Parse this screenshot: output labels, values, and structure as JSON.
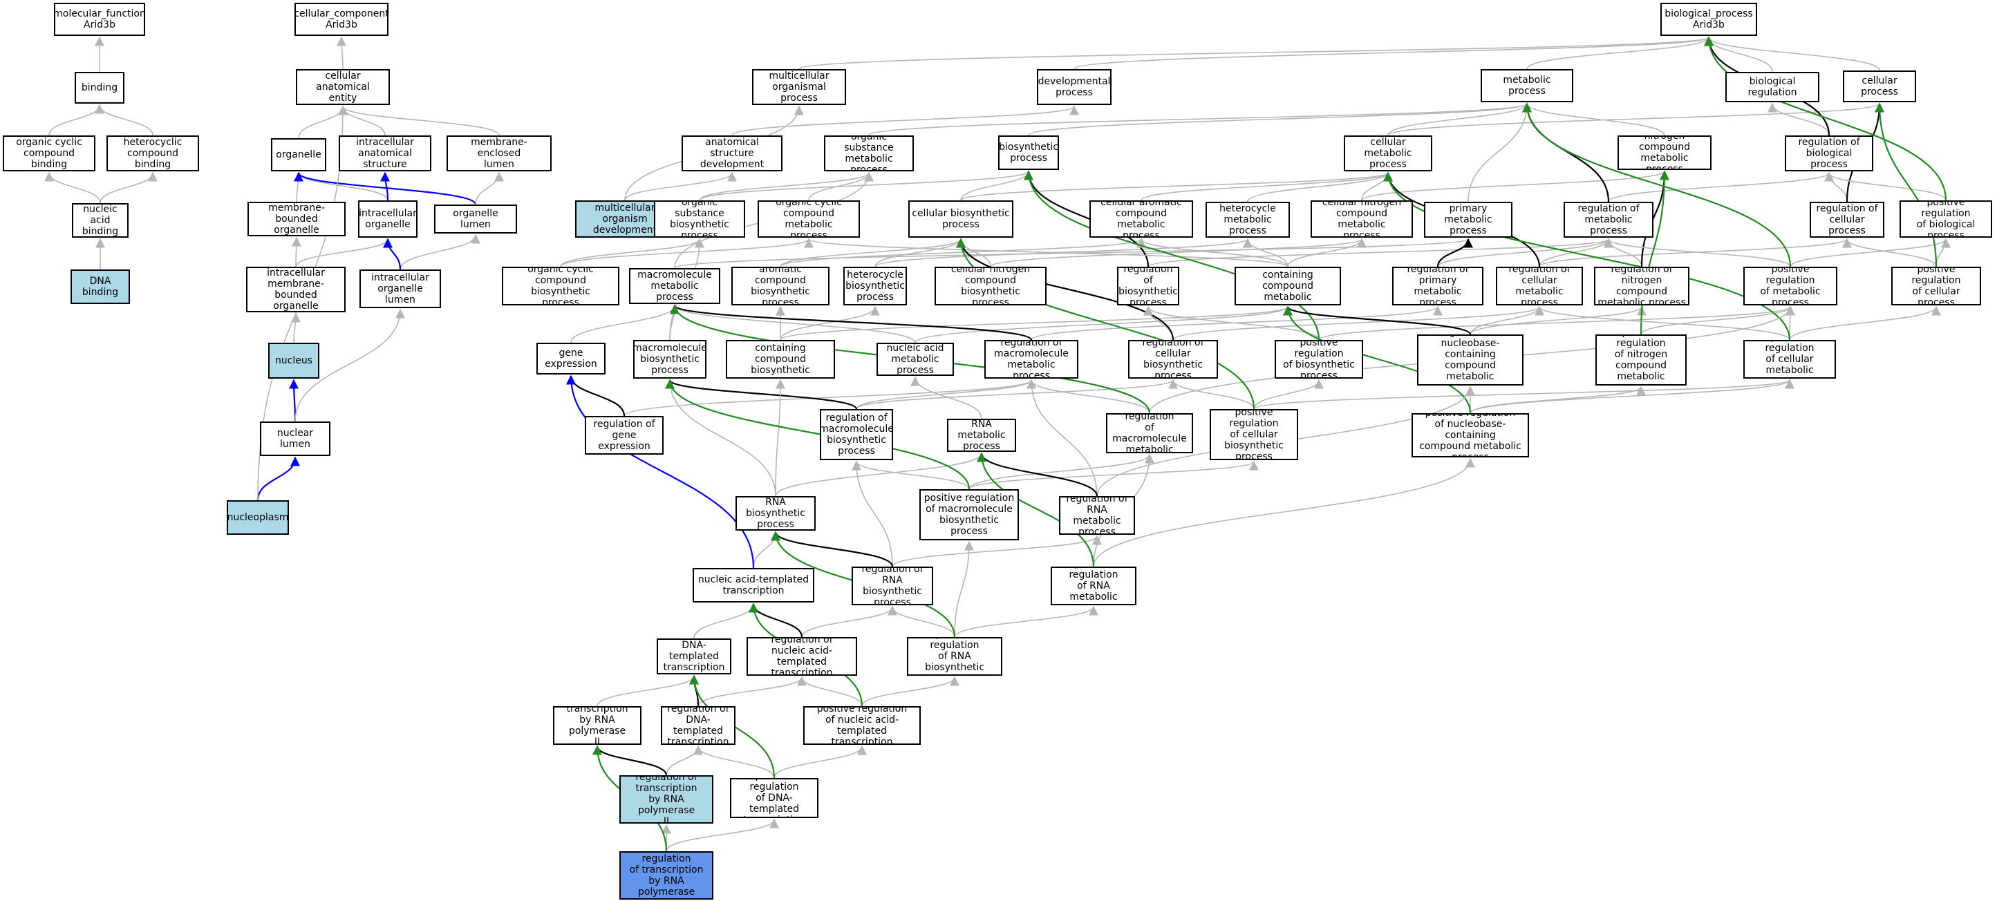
{
  "colors": {
    "highlight": "#add8e6",
    "focus": "#6495ed",
    "is_a": "#b5b5b5",
    "regulates": "#000000",
    "positively_regulates": "#228b22",
    "part_of": "#0000ff"
  },
  "nodes": [
    {
      "id": "mf_root",
      "label": "molecular_function\nArid3b"
    },
    {
      "id": "binding",
      "label": "binding"
    },
    {
      "id": "org_cyc_bind",
      "label": "organic cyclic\ncompound binding"
    },
    {
      "id": "het_bind",
      "label": "heterocyclic\ncompound binding"
    },
    {
      "id": "na_bind",
      "label": "nucleic acid\nbinding"
    },
    {
      "id": "dna_bind",
      "label": "DNA binding",
      "style": "hl"
    },
    {
      "id": "cc_root",
      "label": "cellular_component\nArid3b"
    },
    {
      "id": "cell_anat",
      "label": "cellular anatomical\nentity"
    },
    {
      "id": "organelle",
      "label": "organelle"
    },
    {
      "id": "ic_anat",
      "label": "intracellular\nanatomical structure"
    },
    {
      "id": "memb_lumen",
      "label": "membrane-enclosed\nlumen"
    },
    {
      "id": "memb_org",
      "label": "membrane-bounded\norganelle"
    },
    {
      "id": "ic_org",
      "label": "intracellular\norganelle"
    },
    {
      "id": "org_lumen",
      "label": "organelle lumen"
    },
    {
      "id": "ic_memb_org",
      "label": "intracellular\nmembrane-bounded\norganelle"
    },
    {
      "id": "ic_org_lumen",
      "label": "intracellular\norganelle lumen"
    },
    {
      "id": "nucleus",
      "label": "nucleus",
      "style": "hl"
    },
    {
      "id": "nuc_lumen",
      "label": "nuclear lumen"
    },
    {
      "id": "nucleoplasm",
      "label": "nucleoplasm",
      "style": "hl"
    },
    {
      "id": "bp_root",
      "label": "biological_process\nArid3b"
    },
    {
      "id": "multi_org",
      "label": "multicellular\norganismal process"
    },
    {
      "id": "dev",
      "label": "developmental\nprocess"
    },
    {
      "id": "met",
      "label": "metabolic process"
    },
    {
      "id": "bio_reg",
      "label": "biological regulation"
    },
    {
      "id": "cell_proc",
      "label": "cellular process"
    },
    {
      "id": "anat_dev",
      "label": "anatomical structure\ndevelopment"
    },
    {
      "id": "org_sub_met",
      "label": "organic substance\nmetabolic process"
    },
    {
      "id": "biosyn",
      "label": "biosynthetic\nprocess"
    },
    {
      "id": "cell_met",
      "label": "cellular metabolic\nprocess"
    },
    {
      "id": "nitro_met",
      "label": "nitrogen compound\nmetabolic process"
    },
    {
      "id": "reg_bio",
      "label": "regulation of\nbiological process"
    },
    {
      "id": "multi_dev",
      "label": "multicellular\norganism development",
      "style": "hl"
    },
    {
      "id": "org_sub_bio",
      "label": "organic substance\nbiosynthetic\nprocess"
    },
    {
      "id": "org_cyc_met",
      "label": "organic cyclic\ncompound metabolic\nprocess"
    },
    {
      "id": "cell_bio",
      "label": "cellular biosynthetic\nprocess"
    },
    {
      "id": "cell_arom",
      "label": "cellular aromatic\ncompound metabolic\nprocess"
    },
    {
      "id": "het_met",
      "label": "heterocycle\nmetabolic process"
    },
    {
      "id": "cell_nitro",
      "label": "cellular nitrogen\ncompound metabolic\nprocess"
    },
    {
      "id": "prim_met",
      "label": "primary metabolic\nprocess"
    },
    {
      "id": "reg_met",
      "label": "regulation of\nmetabolic process"
    },
    {
      "id": "reg_cell",
      "label": "regulation of\ncellular process"
    },
    {
      "id": "pos_reg_bio",
      "label": "positive regulation\nof biological\nprocess"
    },
    {
      "id": "org_cyc_bio",
      "label": "organic cyclic\ncompound biosynthetic\nprocess"
    },
    {
      "id": "macro_met",
      "label": "macromolecule\nmetabolic process"
    },
    {
      "id": "arom_bio",
      "label": "aromatic compound\nbiosynthetic\nprocess"
    },
    {
      "id": "het_bio",
      "label": "heterocycle\nbiosynthetic\nprocess"
    },
    {
      "id": "cell_nitro_bio",
      "label": "cellular nitrogen\ncompound biosynthetic\nprocess"
    },
    {
      "id": "reg_biosyn",
      "label": "regulation of\nbiosynthetic\nprocess"
    },
    {
      "id": "nb_met",
      "label": "nucleobase-containing\ncompound metabolic\nprocess"
    },
    {
      "id": "reg_prim",
      "label": "regulation of\nprimary metabolic\nprocess"
    },
    {
      "id": "reg_cell_met",
      "label": "regulation of\ncellular metabolic\nprocess"
    },
    {
      "id": "reg_nitro",
      "label": "regulation of\nnitrogen compound\nmetabolic process"
    },
    {
      "id": "pos_reg_met",
      "label": "positive regulation\nof metabolic\nprocess"
    },
    {
      "id": "pos_reg_cell",
      "label": "positive regulation\nof cellular\nprocess"
    },
    {
      "id": "gene_exp",
      "label": "gene expression"
    },
    {
      "id": "macro_bio",
      "label": "macromolecule\nbiosynthetic\nprocess"
    },
    {
      "id": "nb_bio",
      "label": "nucleobase-containing\ncompound biosynthetic\nprocess"
    },
    {
      "id": "na_met",
      "label": "nucleic acid\nmetabolic process"
    },
    {
      "id": "reg_macro_met",
      "label": "regulation of\nmacromolecule\nmetabolic process"
    },
    {
      "id": "reg_cell_bio",
      "label": "regulation of\ncellular biosynthetic\nprocess"
    },
    {
      "id": "pos_reg_biosyn",
      "label": "positive regulation\nof biosynthetic\nprocess"
    },
    {
      "id": "reg_nb_met",
      "label": "regulation of\nnucleobase-containing\ncompound metabolic\nprocess"
    },
    {
      "id": "pos_reg_nitro",
      "label": "positive regulation\nof nitrogen\ncompound metabolic\nprocess"
    },
    {
      "id": "pos_reg_cell_met",
      "label": "positive regulation\nof cellular\nmetabolic process"
    },
    {
      "id": "reg_gene_exp",
      "label": "regulation of\ngene expression"
    },
    {
      "id": "reg_macro_bio",
      "label": "regulation of\nmacromolecule\nbiosynthetic\nprocess"
    },
    {
      "id": "rna_met",
      "label": "RNA metabolic\nprocess"
    },
    {
      "id": "pos_reg_macro_met",
      "label": "positive regulation\nof macromolecule\nmetabolic process"
    },
    {
      "id": "pos_reg_cell_bio",
      "label": "positive regulation\nof cellular\nbiosynthetic\nprocess"
    },
    {
      "id": "pos_reg_nb_met",
      "label": "positive regulation\nof nucleobase-containing\ncompound metabolic\nprocess"
    },
    {
      "id": "rna_bio",
      "label": "RNA biosynthetic\nprocess"
    },
    {
      "id": "pos_reg_macro_bio",
      "label": "positive regulation\nof macromolecule\nbiosynthetic\nprocess"
    },
    {
      "id": "reg_rna_met",
      "label": "regulation of\nRNA metabolic\nprocess"
    },
    {
      "id": "na_templ",
      "label": "nucleic acid-templated\ntranscription"
    },
    {
      "id": "reg_rna_bio",
      "label": "regulation of\nRNA biosynthetic\nprocess"
    },
    {
      "id": "pos_reg_rna_met",
      "label": "positive regulation\nof RNA metabolic\nprocess"
    },
    {
      "id": "dna_templ",
      "label": "DNA-templated\ntranscription"
    },
    {
      "id": "reg_na_templ",
      "label": "regulation of\nnucleic acid-templated\ntranscription"
    },
    {
      "id": "pos_reg_rna_bio",
      "label": "positive regulation\nof RNA biosynthetic\nprocess"
    },
    {
      "id": "tx_pol2",
      "label": "transcription\nby RNA polymerase\nII"
    },
    {
      "id": "reg_dna_templ",
      "label": "regulation of\nDNA-templated\ntranscription"
    },
    {
      "id": "pos_reg_na_templ",
      "label": "positive regulation\nof nucleic acid-templated\ntranscription"
    },
    {
      "id": "reg_tx_pol2",
      "label": "regulation of\ntranscription\nby RNA polymerase\nII",
      "style": "hl"
    },
    {
      "id": "pos_reg_dna_templ",
      "label": "positive regulation\nof DNA-templated\ntranscription"
    },
    {
      "id": "pos_reg_tx_pol2",
      "label": "positive regulation\nof transcription\nby RNA polymerase\nII",
      "style": "focus"
    }
  ],
  "edges": [
    [
      "binding",
      "mf_root",
      "is_a"
    ],
    [
      "org_cyc_bind",
      "binding",
      "is_a"
    ],
    [
      "het_bind",
      "binding",
      "is_a"
    ],
    [
      "na_bind",
      "org_cyc_bind",
      "is_a"
    ],
    [
      "na_bind",
      "het_bind",
      "is_a"
    ],
    [
      "dna_bind",
      "na_bind",
      "is_a"
    ],
    [
      "cell_anat",
      "cc_root",
      "is_a"
    ],
    [
      "organelle",
      "cell_anat",
      "is_a"
    ],
    [
      "ic_anat",
      "cell_anat",
      "is_a"
    ],
    [
      "memb_lumen",
      "cell_anat",
      "is_a"
    ],
    [
      "memb_org",
      "organelle",
      "is_a"
    ],
    [
      "ic_org",
      "organelle",
      "is_a"
    ],
    [
      "ic_org",
      "ic_anat",
      "part_of"
    ],
    [
      "org_lumen",
      "organelle",
      "part_of"
    ],
    [
      "org_lumen",
      "memb_lumen",
      "is_a"
    ],
    [
      "ic_memb_org",
      "memb_org",
      "is_a"
    ],
    [
      "ic_memb_org",
      "ic_org",
      "is_a"
    ],
    [
      "ic_org_lumen",
      "org_lumen",
      "is_a"
    ],
    [
      "ic_org_lumen",
      "ic_org",
      "part_of"
    ],
    [
      "nucleus",
      "ic_memb_org",
      "is_a"
    ],
    [
      "nuc_lumen",
      "nucleus",
      "part_of"
    ],
    [
      "nuc_lumen",
      "ic_org_lumen",
      "is_a"
    ],
    [
      "nucleoplasm",
      "nuc_lumen",
      "part_of"
    ],
    [
      "nucleoplasm",
      "cell_anat",
      "is_a"
    ],
    [
      "multi_org",
      "bp_root",
      "is_a"
    ],
    [
      "dev",
      "bp_root",
      "is_a"
    ],
    [
      "met",
      "bp_root",
      "is_a"
    ],
    [
      "bio_reg",
      "bp_root",
      "is_a"
    ],
    [
      "cell_proc",
      "bp_root",
      "is_a"
    ],
    [
      "anat_dev",
      "dev",
      "is_a"
    ],
    [
      "org_sub_met",
      "met",
      "is_a"
    ],
    [
      "biosyn",
      "met",
      "is_a"
    ],
    [
      "cell_met",
      "met",
      "is_a"
    ],
    [
      "cell_met",
      "cell_proc",
      "is_a"
    ],
    [
      "nitro_met",
      "met",
      "is_a"
    ],
    [
      "reg_bio",
      "bio_reg",
      "is_a"
    ],
    [
      "reg_bio",
      "bp_root",
      "regulates"
    ],
    [
      "multi_dev",
      "multi_org",
      "is_a"
    ],
    [
      "multi_dev",
      "anat_dev",
      "is_a"
    ],
    [
      "org_sub_bio",
      "org_sub_met",
      "is_a"
    ],
    [
      "org_sub_bio",
      "biosyn",
      "is_a"
    ],
    [
      "org_cyc_met",
      "org_sub_met",
      "is_a"
    ],
    [
      "cell_bio",
      "biosyn",
      "is_a"
    ],
    [
      "cell_bio",
      "cell_met",
      "is_a"
    ],
    [
      "cell_arom",
      "cell_met",
      "is_a"
    ],
    [
      "het_met",
      "cell_met",
      "is_a"
    ],
    [
      "cell_nitro",
      "cell_met",
      "is_a"
    ],
    [
      "cell_nitro",
      "nitro_met",
      "is_a"
    ],
    [
      "prim_met",
      "met",
      "is_a"
    ],
    [
      "reg_met",
      "reg_bio",
      "is_a"
    ],
    [
      "reg_met",
      "met",
      "regulates"
    ],
    [
      "reg_cell",
      "reg_bio",
      "is_a"
    ],
    [
      "reg_cell",
      "cell_proc",
      "regulates"
    ],
    [
      "pos_reg_bio",
      "reg_bio",
      "is_a"
    ],
    [
      "pos_reg_bio",
      "bp_root",
      "positively_regulates"
    ],
    [
      "org_cyc_bio",
      "org_cyc_met",
      "is_a"
    ],
    [
      "org_cyc_bio",
      "org_sub_bio",
      "is_a"
    ],
    [
      "macro_met",
      "org_sub_met",
      "is_a"
    ],
    [
      "macro_met",
      "prim_met",
      "is_a"
    ],
    [
      "arom_bio",
      "cell_arom",
      "is_a"
    ],
    [
      "arom_bio",
      "cell_bio",
      "is_a"
    ],
    [
      "het_bio",
      "het_met",
      "is_a"
    ],
    [
      "het_bio",
      "cell_bio",
      "is_a"
    ],
    [
      "cell_nitro_bio",
      "cell_nitro",
      "is_a"
    ],
    [
      "cell_nitro_bio",
      "cell_bio",
      "is_a"
    ],
    [
      "reg_biosyn",
      "reg_met",
      "is_a"
    ],
    [
      "reg_biosyn",
      "biosyn",
      "regulates"
    ],
    [
      "nb_met",
      "cell_arom",
      "is_a"
    ],
    [
      "nb_met",
      "het_met",
      "is_a"
    ],
    [
      "nb_met",
      "cell_nitro",
      "is_a"
    ],
    [
      "nb_met",
      "org_cyc_met",
      "is_a"
    ],
    [
      "reg_prim",
      "reg_met",
      "is_a"
    ],
    [
      "reg_prim",
      "prim_met",
      "regulates"
    ],
    [
      "reg_cell_met",
      "reg_met",
      "is_a"
    ],
    [
      "reg_cell_met",
      "reg_cell",
      "is_a"
    ],
    [
      "reg_cell_met",
      "cell_met",
      "regulates"
    ],
    [
      "reg_nitro",
      "reg_met",
      "is_a"
    ],
    [
      "reg_nitro",
      "nitro_met",
      "regulates"
    ],
    [
      "pos_reg_met",
      "reg_met",
      "is_a"
    ],
    [
      "pos_reg_met",
      "pos_reg_bio",
      "is_a"
    ],
    [
      "pos_reg_met",
      "met",
      "positively_regulates"
    ],
    [
      "pos_reg_cell",
      "reg_cell",
      "is_a"
    ],
    [
      "pos_reg_cell",
      "pos_reg_bio",
      "is_a"
    ],
    [
      "pos_reg_cell",
      "cell_proc",
      "positively_regulates"
    ],
    [
      "gene_exp",
      "macro_met",
      "is_a"
    ],
    [
      "macro_bio",
      "macro_met",
      "is_a"
    ],
    [
      "macro_bio",
      "org_sub_bio",
      "is_a"
    ],
    [
      "nb_bio",
      "nb_met",
      "is_a"
    ],
    [
      "nb_bio",
      "arom_bio",
      "is_a"
    ],
    [
      "nb_bio",
      "het_bio",
      "is_a"
    ],
    [
      "na_met",
      "nb_met",
      "is_a"
    ],
    [
      "na_met",
      "macro_met",
      "is_a"
    ],
    [
      "reg_macro_met",
      "reg_prim",
      "is_a"
    ],
    [
      "reg_macro_met",
      "macro_met",
      "regulates"
    ],
    [
      "reg_cell_bio",
      "reg_biosyn",
      "is_a"
    ],
    [
      "reg_cell_bio",
      "reg_cell_met",
      "is_a"
    ],
    [
      "reg_cell_bio",
      "cell_bio",
      "regulates"
    ],
    [
      "pos_reg_biosyn",
      "reg_biosyn",
      "is_a"
    ],
    [
      "pos_reg_biosyn",
      "pos_reg_met",
      "is_a"
    ],
    [
      "pos_reg_biosyn",
      "biosyn",
      "positively_regulates"
    ],
    [
      "reg_nb_met",
      "reg_cell_met",
      "is_a"
    ],
    [
      "reg_nb_met",
      "reg_nitro",
      "is_a"
    ],
    [
      "reg_nb_met",
      "nb_met",
      "regulates"
    ],
    [
      "pos_reg_nitro",
      "reg_nitro",
      "is_a"
    ],
    [
      "pos_reg_nitro",
      "pos_reg_met",
      "is_a"
    ],
    [
      "pos_reg_nitro",
      "nitro_met",
      "positively_regulates"
    ],
    [
      "pos_reg_cell_met",
      "reg_cell_met",
      "is_a"
    ],
    [
      "pos_reg_cell_met",
      "pos_reg_met",
      "is_a"
    ],
    [
      "pos_reg_cell_met",
      "pos_reg_cell",
      "is_a"
    ],
    [
      "pos_reg_cell_met",
      "cell_met",
      "positively_regulates"
    ],
    [
      "reg_gene_exp",
      "reg_macro_met",
      "is_a"
    ],
    [
      "reg_gene_exp",
      "gene_exp",
      "regulates"
    ],
    [
      "reg_macro_bio",
      "reg_macro_met",
      "is_a"
    ],
    [
      "reg_macro_bio",
      "reg_cell_bio",
      "is_a"
    ],
    [
      "reg_macro_bio",
      "macro_bio",
      "regulates"
    ],
    [
      "rna_met",
      "na_met",
      "is_a"
    ],
    [
      "pos_reg_macro_met",
      "reg_macro_met",
      "is_a"
    ],
    [
      "pos_reg_macro_met",
      "pos_reg_met",
      "is_a"
    ],
    [
      "pos_reg_macro_met",
      "macro_met",
      "positively_regulates"
    ],
    [
      "pos_reg_cell_bio",
      "reg_cell_bio",
      "is_a"
    ],
    [
      "pos_reg_cell_bio",
      "pos_reg_biosyn",
      "is_a"
    ],
    [
      "pos_reg_cell_bio",
      "pos_reg_cell_met",
      "is_a"
    ],
    [
      "pos_reg_cell_bio",
      "cell_bio",
      "positively_regulates"
    ],
    [
      "pos_reg_nb_met",
      "reg_nb_met",
      "is_a"
    ],
    [
      "pos_reg_nb_met",
      "pos_reg_nitro",
      "is_a"
    ],
    [
      "pos_reg_nb_met",
      "pos_reg_cell_met",
      "is_a"
    ],
    [
      "pos_reg_nb_met",
      "nb_met",
      "positively_regulates"
    ],
    [
      "rna_bio",
      "rna_met",
      "is_a"
    ],
    [
      "rna_bio",
      "nb_bio",
      "is_a"
    ],
    [
      "rna_bio",
      "macro_bio",
      "is_a"
    ],
    [
      "pos_reg_macro_bio",
      "reg_macro_bio",
      "is_a"
    ],
    [
      "pos_reg_macro_bio",
      "pos_reg_macro_met",
      "is_a"
    ],
    [
      "pos_reg_macro_bio",
      "pos_reg_cell_bio",
      "is_a"
    ],
    [
      "pos_reg_macro_bio",
      "macro_bio",
      "positively_regulates"
    ],
    [
      "reg_rna_met",
      "reg_nb_met",
      "is_a"
    ],
    [
      "reg_rna_met",
      "reg_macro_met",
      "is_a"
    ],
    [
      "reg_rna_met",
      "rna_met",
      "regulates"
    ],
    [
      "na_templ",
      "rna_bio",
      "is_a"
    ],
    [
      "na_templ",
      "gene_exp",
      "part_of"
    ],
    [
      "reg_rna_bio",
      "reg_rna_met",
      "is_a"
    ],
    [
      "reg_rna_bio",
      "reg_macro_bio",
      "is_a"
    ],
    [
      "reg_rna_bio",
      "rna_bio",
      "regulates"
    ],
    [
      "pos_reg_rna_met",
      "reg_rna_met",
      "is_a"
    ],
    [
      "pos_reg_rna_met",
      "pos_reg_nb_met",
      "is_a"
    ],
    [
      "pos_reg_rna_met",
      "pos_reg_macro_met",
      "is_a"
    ],
    [
      "pos_reg_rna_met",
      "rna_met",
      "positively_regulates"
    ],
    [
      "dna_templ",
      "na_templ",
      "is_a"
    ],
    [
      "reg_na_templ",
      "reg_rna_bio",
      "is_a"
    ],
    [
      "reg_na_templ",
      "na_templ",
      "regulates"
    ],
    [
      "pos_reg_rna_bio",
      "reg_rna_bio",
      "is_a"
    ],
    [
      "pos_reg_rna_bio",
      "pos_reg_rna_met",
      "is_a"
    ],
    [
      "pos_reg_rna_bio",
      "pos_reg_macro_bio",
      "is_a"
    ],
    [
      "pos_reg_rna_bio",
      "rna_bio",
      "positively_regulates"
    ],
    [
      "tx_pol2",
      "dna_templ",
      "is_a"
    ],
    [
      "reg_dna_templ",
      "reg_na_templ",
      "is_a"
    ],
    [
      "reg_dna_templ",
      "dna_templ",
      "regulates"
    ],
    [
      "pos_reg_na_templ",
      "reg_na_templ",
      "is_a"
    ],
    [
      "pos_reg_na_templ",
      "pos_reg_rna_bio",
      "is_a"
    ],
    [
      "pos_reg_na_templ",
      "na_templ",
      "positively_regulates"
    ],
    [
      "reg_tx_pol2",
      "reg_dna_templ",
      "is_a"
    ],
    [
      "reg_tx_pol2",
      "tx_pol2",
      "regulates"
    ],
    [
      "pos_reg_dna_templ",
      "reg_dna_templ",
      "is_a"
    ],
    [
      "pos_reg_dna_templ",
      "pos_reg_na_templ",
      "is_a"
    ],
    [
      "pos_reg_dna_templ",
      "dna_templ",
      "positively_regulates"
    ],
    [
      "pos_reg_tx_pol2",
      "reg_tx_pol2",
      "is_a"
    ],
    [
      "pos_reg_tx_pol2",
      "pos_reg_dna_templ",
      "is_a"
    ],
    [
      "pos_reg_tx_pol2",
      "tx_pol2",
      "positively_regulates"
    ]
  ]
}
